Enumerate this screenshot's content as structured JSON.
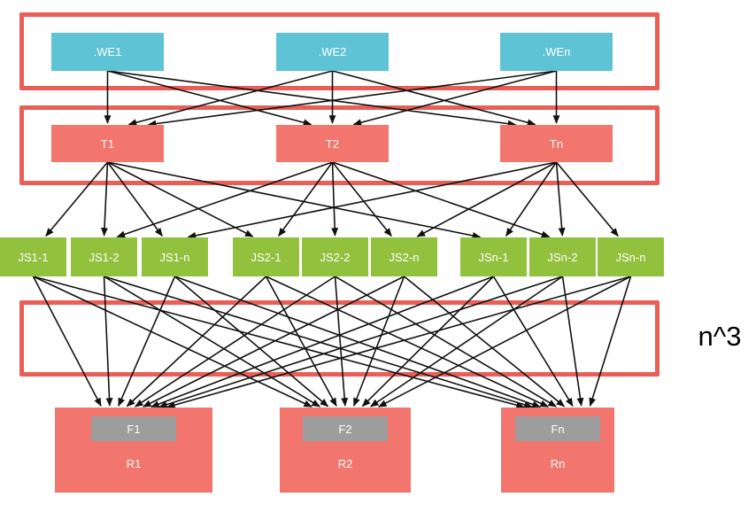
{
  "diagram": {
    "annotation": "n^3",
    "layers": {
      "we": {
        "labels": [
          ".WE1",
          ".WE2",
          ".WEn"
        ]
      },
      "t": {
        "labels": [
          "T1",
          "T2",
          "Tn"
        ]
      },
      "js": {
        "labels": [
          "JS1-1",
          "JS1-2",
          "JS1-n",
          "JS2-1",
          "JS2-2",
          "JS2-n",
          "JSn-1",
          "JSn-2",
          "JSn-n"
        ]
      },
      "f": {
        "labels": [
          "F1",
          "F2",
          "Fn"
        ]
      },
      "r": {
        "labels": [
          "R1",
          "R2",
          "Rn"
        ]
      }
    },
    "colors": {
      "we_fill": "#5ec3d5",
      "t_fill": "#f2766d",
      "js_fill": "#92c13d",
      "r_fill": "#f2766d",
      "f_fill": "#9d9d9d",
      "frame": "#e95f57",
      "arrow": "#111111",
      "label_text": "#ffffff",
      "annotation_text": "#000000"
    }
  }
}
